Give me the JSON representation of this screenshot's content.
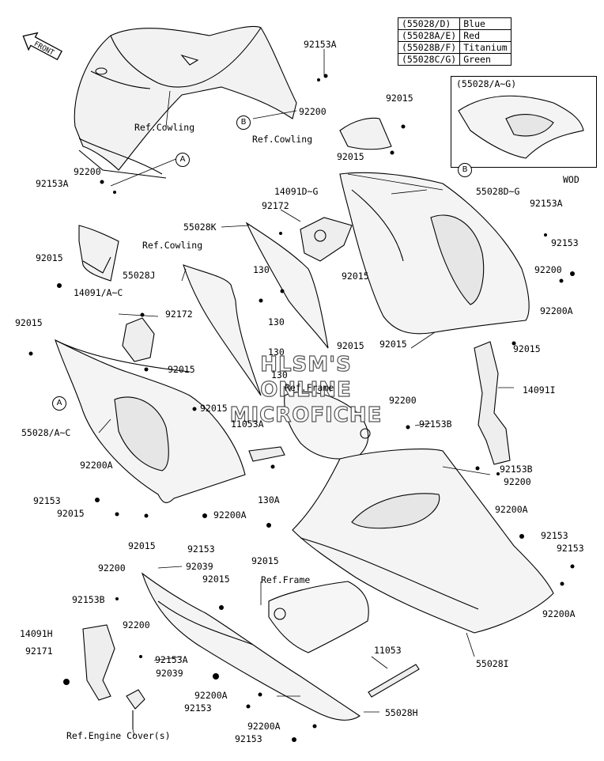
{
  "legend": [
    {
      "code": "(55028/D)",
      "color": "Blue"
    },
    {
      "code": "(55028A/E)",
      "color": "Red"
    },
    {
      "code": "(55028B/F)",
      "color": "Titanium"
    },
    {
      "code": "(55028C/G)",
      "color": "Green"
    }
  ],
  "inset": {
    "title": "(55028/A~G)",
    "note": "WOD"
  },
  "front_arrow": "FRONT",
  "watermark": [
    "HLSM'S",
    "ONLINE",
    "MICROFICHE"
  ],
  "callouts": {
    "A": "A",
    "B": "B"
  },
  "labels": {
    "l001": "92153A",
    "l002": "92200",
    "l003": "Ref.Cowling",
    "l004": "92015",
    "l005": "Ref.Cowling",
    "l006": "92015",
    "l007": "92200",
    "l008": "92153A",
    "l009": "14091D~G",
    "l010": "55028D~G",
    "l011": "92172",
    "l012": "92153A",
    "l013": "55028K",
    "l014": "92153",
    "l015": "Ref.Cowling",
    "l016": "92015",
    "l017": "92200",
    "l018": "55028J",
    "l019": "130",
    "l020": "92015",
    "l021": "92200A",
    "l022": "14091/A~C",
    "l023": "130",
    "l024": "92015",
    "l025": "92015",
    "l026": "92172",
    "l027": "92015",
    "l028": "92015",
    "l029": "130",
    "l030": "14091I",
    "l031": "92015",
    "l032": "130",
    "l033": "Ref.Frame",
    "l034": "92200",
    "l035": "92015",
    "l036": "92153B",
    "l037": "55028/A~C",
    "l038": "11053A",
    "l039": "92200A",
    "l040": "92153B",
    "l041": "92200",
    "l042": "130A",
    "l043": "92153",
    "l044": "92015",
    "l045": "92200A",
    "l046": "92200A",
    "l047": "92153",
    "l048": "92015",
    "l049": "92153",
    "l050": "92153",
    "l051": "92015",
    "l052": "92200",
    "l053": "92039",
    "l054": "92015",
    "l055": "Ref.Frame",
    "l056": "92200A",
    "l057": "92153B",
    "l058": "14091H",
    "l059": "92200",
    "l060": "92171",
    "l061": "92153A",
    "l062": "11053",
    "l063": "92039",
    "l064": "55028I",
    "l065": "92200A",
    "l066": "92153",
    "l067": "55028H",
    "l068": "92200A",
    "l069": "Ref.Engine Cover(s)",
    "l070": "92153"
  }
}
